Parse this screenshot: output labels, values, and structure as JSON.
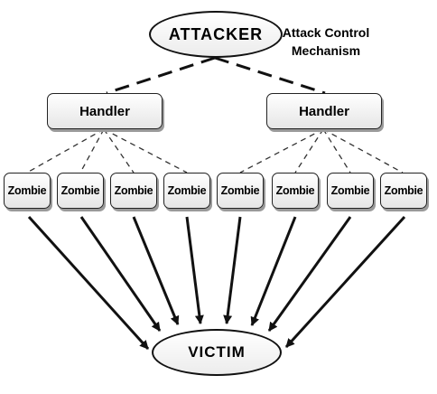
{
  "attacker": {
    "label": "ATTACKER"
  },
  "control_caption": {
    "line1": "Attack Control",
    "line2": "Mechanism"
  },
  "handlers": [
    {
      "label": "Handler"
    },
    {
      "label": "Handler"
    }
  ],
  "zombies": [
    {
      "label": "Zombie"
    },
    {
      "label": "Zombie"
    },
    {
      "label": "Zombie"
    },
    {
      "label": "Zombie"
    },
    {
      "label": "Zombie"
    },
    {
      "label": "Zombie"
    },
    {
      "label": "Zombie"
    },
    {
      "label": "Zombie"
    }
  ],
  "victim": {
    "label": "VICTIM"
  },
  "colors": {
    "stroke": "#111111",
    "node_fill": "#ececec"
  }
}
